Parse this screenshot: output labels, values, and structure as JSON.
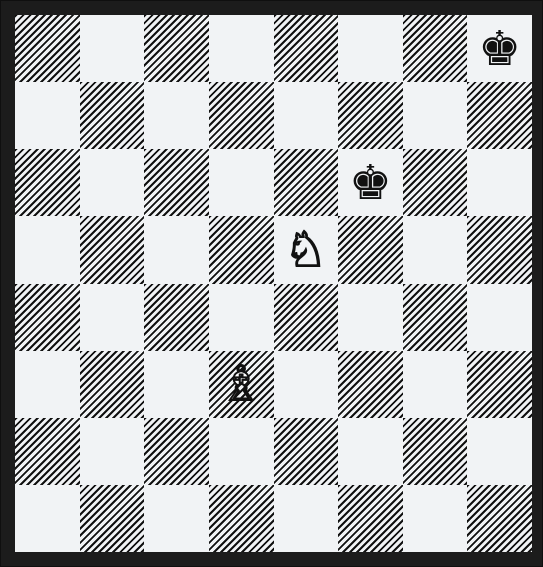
{
  "board": {
    "colors": {
      "frame": "#1c1c1c",
      "light_square": "#f1f3f5",
      "dark_hatch": "#111111"
    },
    "pieces": [
      {
        "square": "h8",
        "piece": "king",
        "color": "black",
        "glyph": "♚",
        "icon": "black-king-icon"
      },
      {
        "square": "f6",
        "piece": "king",
        "color": "black",
        "glyph": "♚",
        "icon": "black-king-icon"
      },
      {
        "square": "e5",
        "piece": "knight",
        "color": "white",
        "glyph": "♘",
        "icon": "white-knight-icon"
      },
      {
        "square": "d3",
        "piece": "bishop",
        "color": "white",
        "glyph": "♗",
        "icon": "white-bishop-icon"
      }
    ]
  }
}
